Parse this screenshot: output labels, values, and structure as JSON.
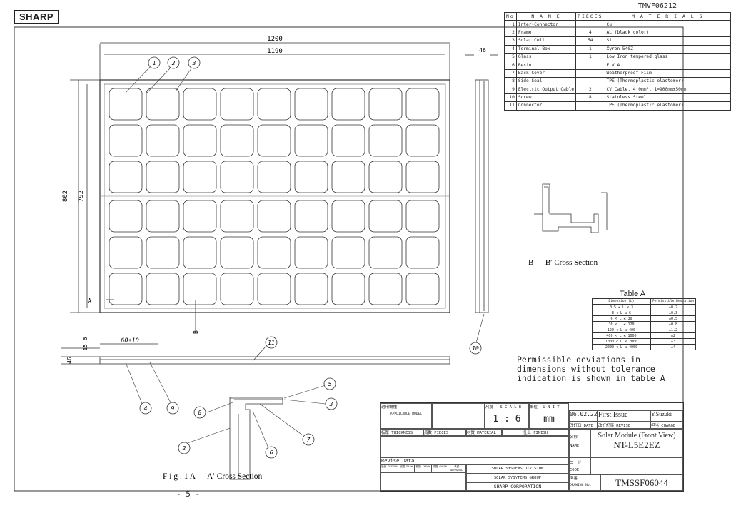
{
  "header": {
    "brand": "SHARP",
    "doc_code": "TMVF06212",
    "page": "- 5 -"
  },
  "materials": {
    "headers": [
      "No",
      "N A M E",
      "PIECES",
      "M A T E R I A L S"
    ],
    "rows": [
      {
        "no": "1",
        "name": "Inter-Connector",
        "pcs": "",
        "mat": "Cu"
      },
      {
        "no": "2",
        "name": "Frame",
        "pcs": "4",
        "mat": "AL (black color)"
      },
      {
        "no": "3",
        "name": "Solar Cell",
        "pcs": "54",
        "mat": "Si"
      },
      {
        "no": "4",
        "name": "Terminal Box",
        "pcs": "1",
        "mat": "Xyron 540Z"
      },
      {
        "no": "5",
        "name": "Glass",
        "pcs": "1",
        "mat": "Low Iron tempered glass"
      },
      {
        "no": "6",
        "name": "Resin",
        "pcs": "",
        "mat": "E V A"
      },
      {
        "no": "7",
        "name": "Back Cover",
        "pcs": "",
        "mat": "Weatherproof Film"
      },
      {
        "no": "8",
        "name": "Side Seal",
        "pcs": "",
        "mat": "TPE (Thermoplastic elastomer)"
      },
      {
        "no": "9",
        "name": "Electric Output Cable",
        "pcs": "2",
        "mat": "CV Cable, 4.0mm², 1=900mm±50mm"
      },
      {
        "no": "10",
        "name": "Screw",
        "pcs": "8",
        "mat": "Stainless Steel"
      },
      {
        "no": "11",
        "name": "Connector",
        "pcs": "",
        "mat": "TPE (Thermoplastic elastomer)"
      }
    ]
  },
  "dims": {
    "w_outer": "1200",
    "w_inner": "1190",
    "h_outer": "802",
    "h_inner": "792",
    "depth": "46",
    "frame_h": "46",
    "lip": "15.6",
    "cable_pos": "60±10",
    "label_a": "A",
    "label_b": "B"
  },
  "callouts": [
    "1",
    "2",
    "3",
    "11",
    "10",
    "4",
    "9",
    "8",
    "5",
    "3",
    "7",
    "6",
    "2"
  ],
  "captions": {
    "bb": "B — B′  Cross Section",
    "aa": "F i g .  1    A — A′   Cross Section"
  },
  "tableA": {
    "title": "Table A",
    "headers": [
      "Dimension (L)",
      "Permissible Deviation"
    ],
    "rows": [
      {
        "d": "0.5 ≤ L ≤ 3",
        "v": "±0.2"
      },
      {
        "d": "3 < L ≤ 6",
        "v": "±0.3"
      },
      {
        "d": "6 < L ≤ 30",
        "v": "±0.5"
      },
      {
        "d": "30 < L ≤ 120",
        "v": "±0.8"
      },
      {
        "d": "120 < L ≤ 400",
        "v": "±1.2"
      },
      {
        "d": "400 < L ≤ 1000",
        "v": "±2"
      },
      {
        "d": "1000 < L ≤ 2000",
        "v": "±3"
      },
      {
        "d": "2000 < L ≤ 4000",
        "v": "±4"
      }
    ]
  },
  "note": "Permissible deviations in dimensions without tolerance indication is shown in table A",
  "titleblock": {
    "applicable_jp": "適用機種",
    "applicable": "APPLICABLE MODEL",
    "scale_jp": "尺度",
    "scale_label": "S C A L E",
    "scale": "1 : 6",
    "unit_jp": "単位",
    "unit_label": "U N I T",
    "unit": "mm",
    "date": "06.02.22",
    "revise_text": "First Issue",
    "charge": "Y.Suzuki",
    "date_label": "改訂日 DATE",
    "revise_label": "改訂記事 REVISE",
    "charge_label": "担当 CHARGE",
    "thickness": "板厚 THICKNESS",
    "pieces": "員数 PIECES",
    "material": "材質 MATERIAL",
    "finish": "仕上 FINISH",
    "name_jp": "名称",
    "name_label": "NAME",
    "name1": "Solar Module (Front View)",
    "name2": "NT-L5E2EZ",
    "code_jp": "コード",
    "code_label": "CODE",
    "drawing_jp": "図番",
    "drawing_label": "DRAWING No.",
    "drawing_no": "TMSSF06044",
    "revise_data": "Revise Data",
    "sig_labels": [
      "設計 DESIGN",
      "製図 DRAW",
      "検図 CHECK",
      "検図 CHECK",
      "承認 APPROVAL"
    ],
    "div": "SOLAR SYSTEMS DIVISION",
    "group": "SOLAR SYSYTEMS GROUP",
    "corp": "SHARP CORPORATION"
  }
}
